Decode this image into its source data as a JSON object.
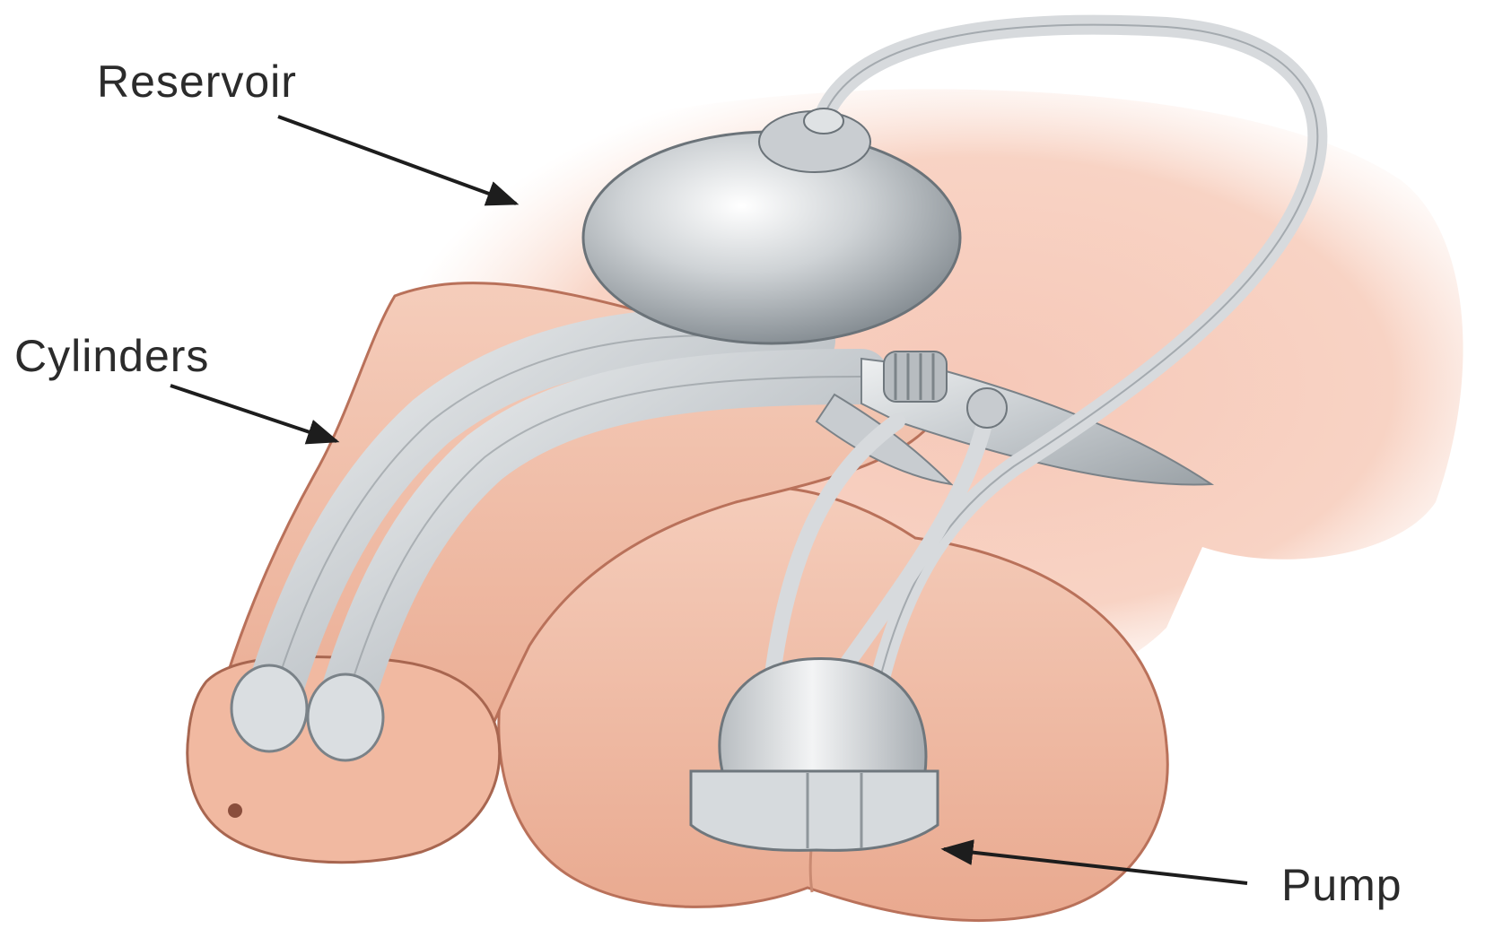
{
  "diagram": {
    "subject": "inflatable penile prosthesis",
    "labels": {
      "reservoir": "Reservoir",
      "cylinders": "Cylinders",
      "pump": "Pump"
    },
    "colors": {
      "background": "#ffffff",
      "tissue": "#f2c2ad",
      "tissue_outline": "#b9715a",
      "device_metal": "#c9cdd1",
      "tubing": "#d7dadd",
      "text": "#2b2b2b"
    }
  }
}
